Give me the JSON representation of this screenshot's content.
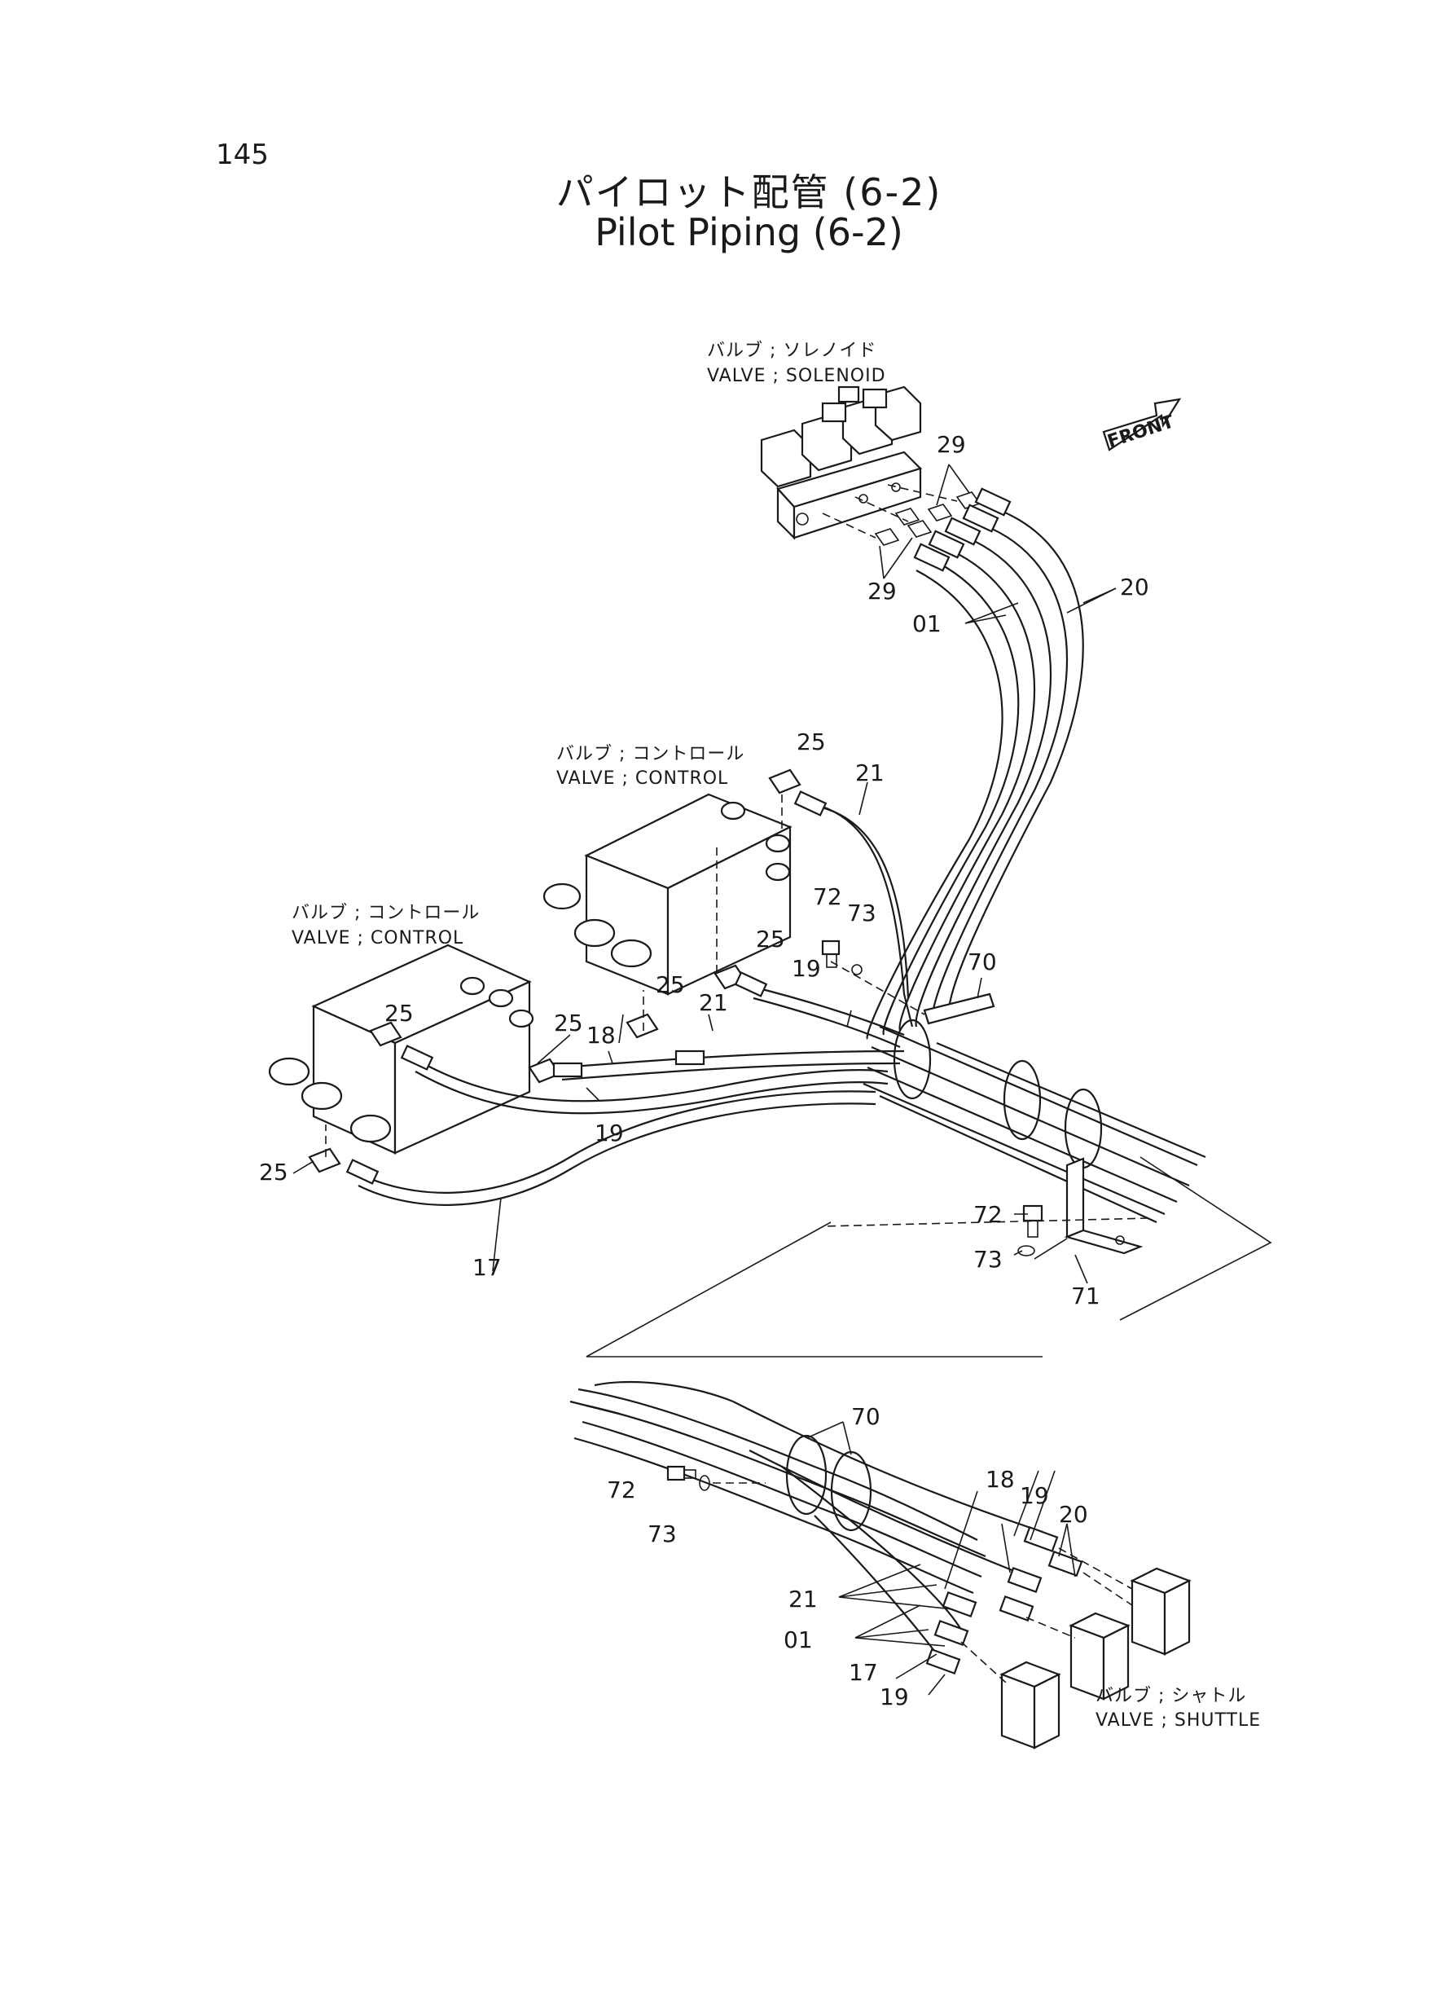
{
  "page": {
    "number": "145"
  },
  "title": {
    "jp": "パイロット配管 (6-2)",
    "en": "Pilot Piping (6-2)"
  },
  "front_badge": "FRONT",
  "components": {
    "solenoid": {
      "jp": "バルブ ; ソレノイド",
      "en": "VALVE ; SOLENOID"
    },
    "control_upper": {
      "jp": "バルブ ; コントロール",
      "en": "VALVE ; CONTROL"
    },
    "control_lower": {
      "jp": "バルブ ; コントロール",
      "en": "VALVE ; CONTROL"
    },
    "shuttle": {
      "jp": "バルブ ; シャトル",
      "en": "VALVE ; SHUTTLE"
    }
  },
  "callouts": {
    "c29a": "29",
    "c29b": "29",
    "c20a": "20",
    "c01a": "01",
    "c25a": "25",
    "c21a": "21",
    "c72a": "72",
    "c73a": "73",
    "c25b": "25",
    "c70a": "70",
    "c19a": "19",
    "c25c": "25",
    "c25d": "25",
    "c21b": "21",
    "c18a": "18",
    "c25e": "25",
    "c19b": "19",
    "c25f": "25",
    "c17a": "17",
    "c72b": "72",
    "c73b": "73",
    "c71a": "71",
    "c70b": "70",
    "c72c": "72",
    "c73c": "73",
    "c18b": "18",
    "c19c": "19",
    "c20b": "20",
    "c21c": "21",
    "c01b": "01",
    "c17b": "17",
    "c19d": "19"
  }
}
